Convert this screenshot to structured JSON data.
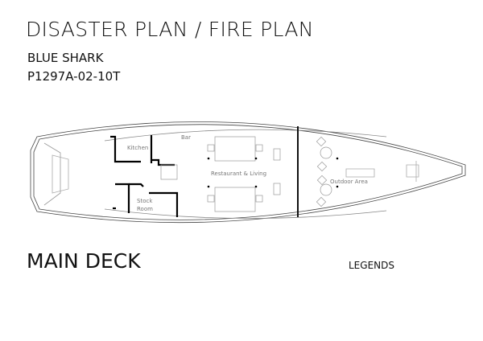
{
  "header": {
    "title": "DISASTER PLAN / FIRE PLAN",
    "vessel": "BLUE SHARK",
    "code": "P1297A-02-10T"
  },
  "plan": {
    "rooms": {
      "kitchen": "Kitchen",
      "bar": "Bar",
      "restaurant": "Restaurant & Living",
      "stock_line1": "Stock",
      "stock_line2": "Room",
      "outdoor": "Outdoor Area"
    }
  },
  "footer": {
    "deck": "MAIN DECK",
    "legends": "LEGENDS"
  }
}
